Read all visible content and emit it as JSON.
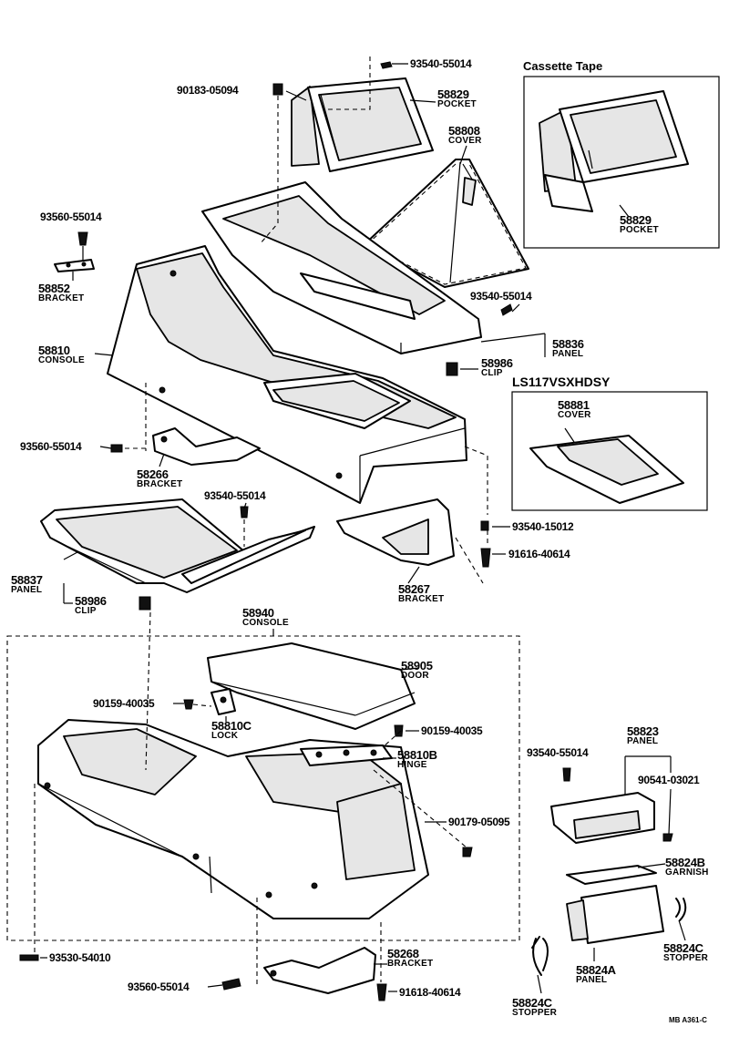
{
  "parts": [
    {
      "id": "p58829a",
      "number": "58829",
      "name": "POCKET"
    },
    {
      "id": "p58808",
      "number": "58808",
      "name": "COVER"
    },
    {
      "id": "p58829b",
      "number": "58829",
      "name": "POCKET"
    },
    {
      "id": "p58852",
      "number": "58852",
      "name": "BRACKET"
    },
    {
      "id": "p58810",
      "number": "58810",
      "name": "CONSOLE"
    },
    {
      "id": "p58836",
      "number": "58836",
      "name": "PANEL"
    },
    {
      "id": "p58986a",
      "number": "58986",
      "name": "CLIP"
    },
    {
      "id": "p58881",
      "number": "58881",
      "name": "COVER"
    },
    {
      "id": "p58266",
      "number": "58266",
      "name": "BRACKET"
    },
    {
      "id": "p58837",
      "number": "58837",
      "name": "PANEL"
    },
    {
      "id": "p58986b",
      "number": "58986",
      "name": "CLIP"
    },
    {
      "id": "p58267",
      "number": "58267",
      "name": "BRACKET"
    },
    {
      "id": "p58940",
      "number": "58940",
      "name": "CONSOLE"
    },
    {
      "id": "p58905",
      "number": "58905",
      "name": "DOOR"
    },
    {
      "id": "p58810c",
      "number": "58810C",
      "name": "LOCK"
    },
    {
      "id": "p58810b",
      "number": "58810B",
      "name": "HINGE"
    },
    {
      "id": "p58823",
      "number": "58823",
      "name": "PANEL"
    },
    {
      "id": "p58824b",
      "number": "58824B",
      "name": "GARNISH"
    },
    {
      "id": "p58824c1",
      "number": "58824C",
      "name": "STOPPER"
    },
    {
      "id": "p58824a",
      "number": "58824A",
      "name": "PANEL"
    },
    {
      "id": "p58268",
      "number": "58268",
      "name": "BRACKET"
    },
    {
      "id": "p58824c2",
      "number": "58824C",
      "name": "STOPPER"
    }
  ],
  "fasteners": [
    {
      "id": "f1",
      "number": "93540-55014"
    },
    {
      "id": "f2",
      "number": "90183-05094"
    },
    {
      "id": "f3",
      "number": "93560-55014"
    },
    {
      "id": "f4",
      "number": "93540-55014"
    },
    {
      "id": "f5",
      "number": "93560-55014"
    },
    {
      "id": "f6",
      "number": "93540-55014"
    },
    {
      "id": "f7",
      "number": "93540-15012"
    },
    {
      "id": "f8",
      "number": "91616-40614"
    },
    {
      "id": "f9",
      "number": "90159-40035"
    },
    {
      "id": "f10",
      "number": "90159-40035"
    },
    {
      "id": "f11",
      "number": "93540-55014"
    },
    {
      "id": "f12",
      "number": "90541-03021"
    },
    {
      "id": "f13",
      "number": "90179-05095"
    },
    {
      "id": "f14",
      "number": "93530-54010"
    },
    {
      "id": "f15",
      "number": "93560-55014"
    },
    {
      "id": "f16",
      "number": "91618-40614"
    }
  ],
  "insets": {
    "cassette_title": "Cassette Tape",
    "variant_title": "LS117VSXHDSY"
  },
  "footer_code": "MB A361-C"
}
